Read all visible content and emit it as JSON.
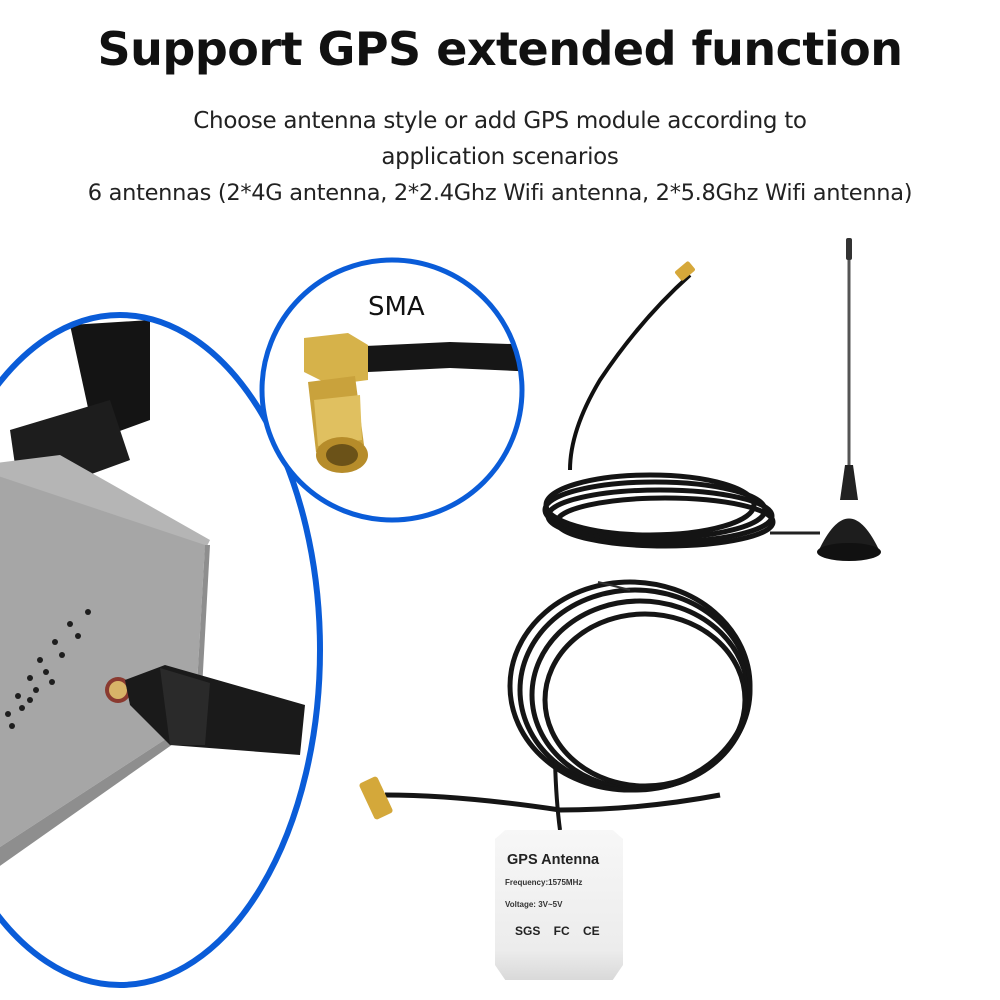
{
  "header": {
    "title": "Support GPS extended function",
    "subtitle_line1": "Choose antenna style or add GPS module according to",
    "subtitle_line2": "application scenarios",
    "subtitle_line3": "6 antennas (2*4G antenna, 2*2.4Ghz Wifi antenna, 2*5.8Ghz Wifi antenna)"
  },
  "callouts": {
    "connector_label": "SMA"
  },
  "gps_module": {
    "title": "GPS Antenna",
    "frequency": "Frequency:1575MHz",
    "voltage": "Voltage: 3V~5V",
    "certifications": "SGS FC CE"
  },
  "colors": {
    "accent_circle": "#0a5cd8",
    "text": "#111111",
    "background": "#ffffff",
    "device_body": "#a9a9a9",
    "connector_gold": "#d4a93a",
    "cable": "#1a1a1a"
  }
}
